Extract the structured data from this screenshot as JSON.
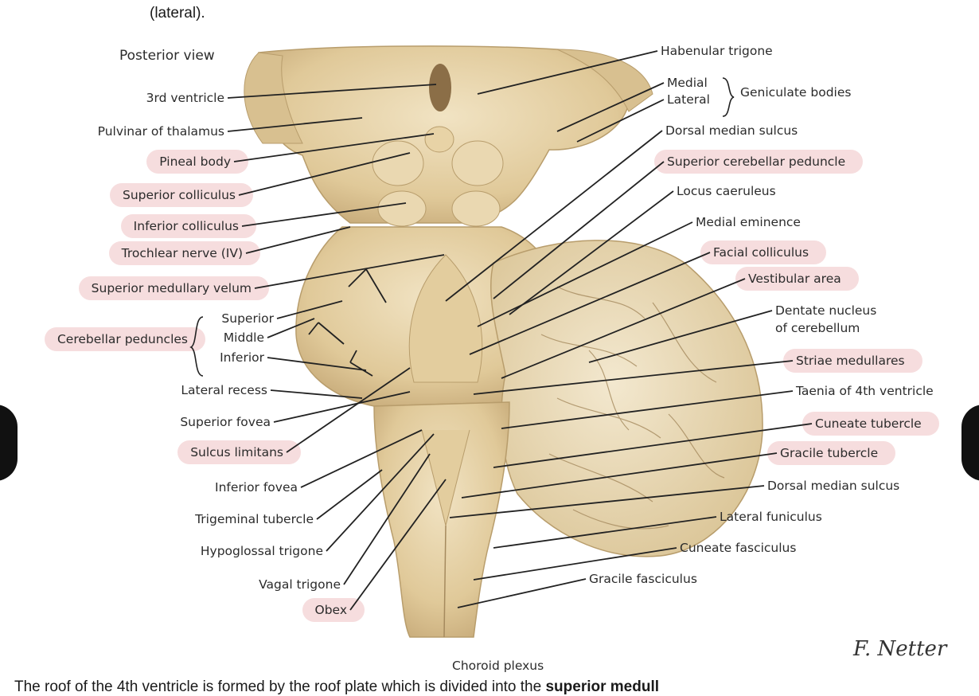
{
  "caption_top": "(lateral).",
  "caption_bottom": {
    "start": "The roof of the 4th ventricle is formed by the roof plate which is divided into the ",
    "bold": "superior medull"
  },
  "figure": {
    "title": "Posterior view",
    "signature": "F. Netter",
    "bottom_label": "Choroid plexus",
    "left_labels": [
      {
        "id": "third-ventricle",
        "text": "3rd ventricle",
        "highlight": false
      },
      {
        "id": "pulvinar-of-thalamus",
        "text": "Pulvinar of thalamus",
        "highlight": false
      },
      {
        "id": "pineal-body",
        "text": "Pineal body",
        "highlight": true
      },
      {
        "id": "superior-colliculus",
        "text": "Superior colliculus",
        "highlight": true
      },
      {
        "id": "inferior-colliculus",
        "text": "Inferior colliculus",
        "highlight": true
      },
      {
        "id": "trochlear-nerve",
        "text": "Trochlear nerve (IV)",
        "highlight": true
      },
      {
        "id": "superior-medullary-velum",
        "text": "Superior medullary velum",
        "highlight": true
      },
      {
        "id": "cerebellar-peduncles",
        "text": "Cerebellar peduncles",
        "highlight": true
      },
      {
        "id": "peduncle-superior",
        "text": "Superior",
        "highlight": false
      },
      {
        "id": "peduncle-middle",
        "text": "Middle",
        "highlight": false
      },
      {
        "id": "peduncle-inferior",
        "text": "Inferior",
        "highlight": false
      },
      {
        "id": "lateral-recess",
        "text": "Lateral recess",
        "highlight": false
      },
      {
        "id": "superior-fovea",
        "text": "Superior fovea",
        "highlight": false
      },
      {
        "id": "sulcus-limitans",
        "text": "Sulcus limitans",
        "highlight": true
      },
      {
        "id": "inferior-fovea",
        "text": "Inferior fovea",
        "highlight": false
      },
      {
        "id": "trigeminal-tubercle",
        "text": "Trigeminal tubercle",
        "highlight": false
      },
      {
        "id": "hypoglossal-trigone",
        "text": "Hypoglossal trigone",
        "highlight": false
      },
      {
        "id": "vagal-trigone",
        "text": "Vagal trigone",
        "highlight": false
      },
      {
        "id": "obex",
        "text": "Obex",
        "highlight": true
      }
    ],
    "right_labels": [
      {
        "id": "habenular-trigone",
        "text": "Habenular trigone",
        "highlight": false
      },
      {
        "id": "medial",
        "text": "Medial",
        "highlight": false
      },
      {
        "id": "lateral",
        "text": "Lateral",
        "highlight": false
      },
      {
        "id": "geniculate-bodies",
        "text": "Geniculate bodies",
        "highlight": false
      },
      {
        "id": "dorsal-median-sulcus-top",
        "text": "Dorsal median sulcus",
        "highlight": false
      },
      {
        "id": "superior-cerebellar-peduncle",
        "text": "Superior cerebellar peduncle",
        "highlight": true
      },
      {
        "id": "locus-caeruleus",
        "text": "Locus caeruleus",
        "highlight": false
      },
      {
        "id": "medial-eminence",
        "text": "Medial eminence",
        "highlight": false
      },
      {
        "id": "facial-colliculus",
        "text": "Facial colliculus",
        "highlight": true
      },
      {
        "id": "vestibular-area",
        "text": "Vestibular area",
        "highlight": true
      },
      {
        "id": "dentate-nucleus-1",
        "text": "Dentate nucleus",
        "highlight": false
      },
      {
        "id": "dentate-nucleus-2",
        "text": "of cerebellum",
        "highlight": false
      },
      {
        "id": "striae-medullares",
        "text": "Striae medullares",
        "highlight": true
      },
      {
        "id": "taenia",
        "text": "Taenia of 4th ventricle",
        "highlight": false
      },
      {
        "id": "cuneate-tubercle",
        "text": "Cuneate tubercle",
        "highlight": true
      },
      {
        "id": "gracile-tubercle",
        "text": "Gracile tubercle",
        "highlight": true
      },
      {
        "id": "dorsal-median-sulcus-bottom",
        "text": "Dorsal median sulcus",
        "highlight": false
      },
      {
        "id": "lateral-funiculus",
        "text": "Lateral funiculus",
        "highlight": false
      },
      {
        "id": "cuneate-fasciculus",
        "text": "Cuneate fasciculus",
        "highlight": false
      },
      {
        "id": "gracile-fasciculus",
        "text": "Gracile fasciculus",
        "highlight": false
      }
    ]
  },
  "colors": {
    "highlight": "#f3d2d3",
    "tissue": "#e7d4ad",
    "tissue_dark": "#c9b184",
    "cerebellum": "#efe2c4",
    "leader": "#222222"
  }
}
